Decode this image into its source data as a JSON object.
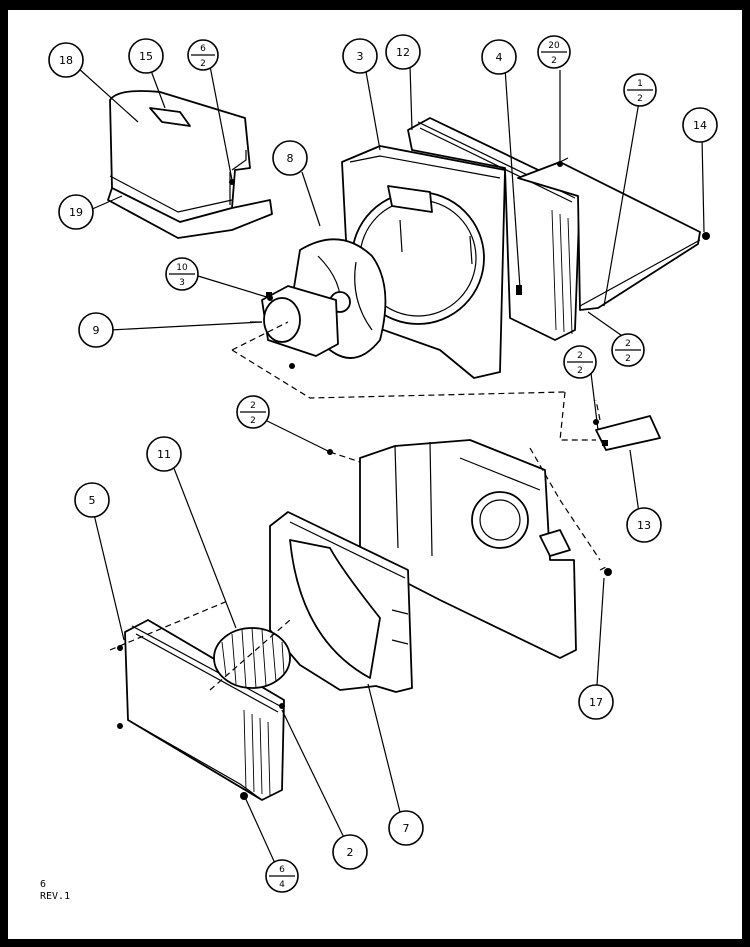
{
  "callouts": [
    {
      "id": "c18",
      "label": "18"
    },
    {
      "id": "c15",
      "label": "15"
    },
    {
      "id": "c6-2",
      "num": "6",
      "den": "2"
    },
    {
      "id": "c3",
      "label": "3"
    },
    {
      "id": "c12",
      "label": "12"
    },
    {
      "id": "c4",
      "label": "4"
    },
    {
      "id": "c20-2",
      "num": "20",
      "den": "2"
    },
    {
      "id": "c1-2",
      "num": "1",
      "den": "2"
    },
    {
      "id": "c14",
      "label": "14"
    },
    {
      "id": "c19",
      "label": "19"
    },
    {
      "id": "c8",
      "label": "8"
    },
    {
      "id": "c10-3",
      "num": "10",
      "den": "3"
    },
    {
      "id": "c9",
      "label": "9"
    },
    {
      "id": "c2-2a",
      "num": "2",
      "den": "2"
    },
    {
      "id": "c2-2b",
      "num": "2",
      "den": "2"
    },
    {
      "id": "c2-2c",
      "num": "2",
      "den": "2"
    },
    {
      "id": "c11",
      "label": "11"
    },
    {
      "id": "c5",
      "label": "5"
    },
    {
      "id": "c13",
      "label": "13"
    },
    {
      "id": "c17",
      "label": "17"
    },
    {
      "id": "c7",
      "label": "7"
    },
    {
      "id": "c2",
      "label": "2"
    },
    {
      "id": "c6-4",
      "num": "6",
      "den": "4"
    }
  ],
  "footer": {
    "page": "6",
    "revision": "REV.1"
  }
}
